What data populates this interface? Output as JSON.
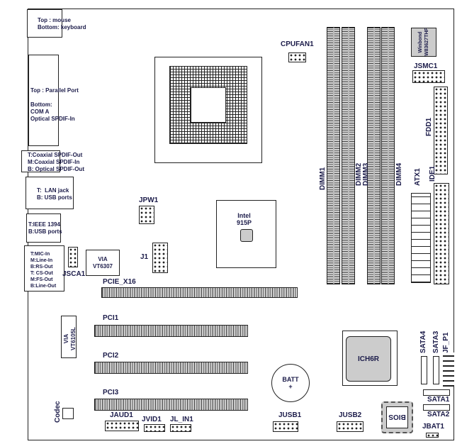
{
  "io_panel": {
    "ps2": "Top : mouse\nBottom: keyboard",
    "parallel": "Top : Parallel Port\n\nBottom:\nCOM A\nOptical SPDIF-In",
    "spdif": "T:Coaxial SPDIF-Out\nM:Coaxial SPDIF-In\nB: Optical SPDIF-Out",
    "lan": "T:  LAN jack\nB: USB ports",
    "ieee": "T:IEEE 1394\nB:USB ports",
    "audio": "T:MIC-In\nM:Line-In\nB:RS-Out\nT: CS-Out\nM:FS-Out\nB:Line-Out"
  },
  "labels": {
    "cpufan": "CPUFAN1",
    "winbond": "Winbond\nW83627THF",
    "jsmc": "JSMC1",
    "fdd": "FDD1",
    "atx": "ATX1",
    "ide": "IDE1",
    "dimm1": "DIMM1",
    "dimm2": "DIMM2",
    "dimm3": "DIMM3",
    "dimm4": "DIMM4",
    "jpw": "JPW1",
    "northbridge": "Intel\n915P",
    "j1": "J1",
    "jsca": "JSCA1",
    "via1394": "VIA\nVT6307",
    "pcie": "PCIE_X16",
    "pci1": "PCI1",
    "pci2": "PCI2",
    "pci3": "PCI3",
    "vialan": "VIA\nVT6105L",
    "batt": "BATT\n+",
    "ich": "ICH6R",
    "sata4": "SATA4",
    "sata3": "SATA3",
    "jfp": "JF_P1",
    "sata1": "SATA1",
    "sata2": "SATA2",
    "bios": "BIOS",
    "jbat": "JBAT1",
    "codec": "Codec",
    "jaud": "JAUD1",
    "jvid": "JVID1",
    "jlin": "JL_IN1",
    "jusb1": "JUSB1",
    "jusb2": "JUSB2"
  }
}
